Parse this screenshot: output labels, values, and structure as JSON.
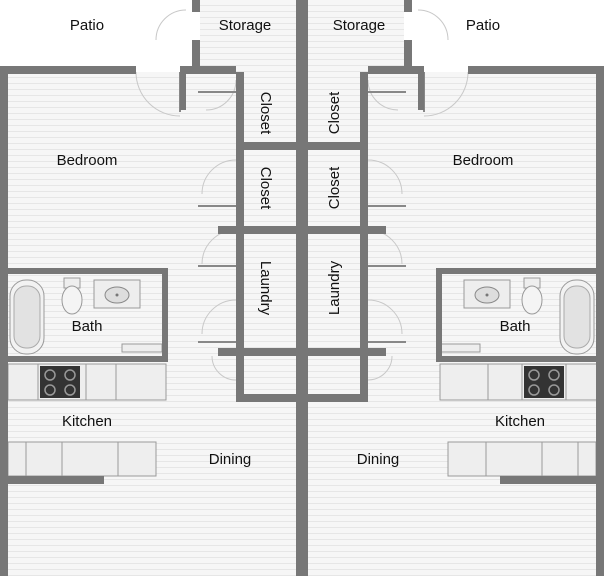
{
  "rooms": {
    "patio_left": "Patio",
    "storage_left": "Storage",
    "storage_right": "Storage",
    "patio_right": "Patio",
    "closet_1": "Closet",
    "closet_2": "Closet",
    "closet_3": "Closet",
    "closet_4": "Closet",
    "laundry_left": "Laundry",
    "laundry_right": "Laundry",
    "bedroom_left": "Bedroom",
    "bedroom_right": "Bedroom",
    "bath_left": "Bath",
    "bath_right": "Bath",
    "kitchen_left": "Kitchen",
    "kitchen_right": "Kitchen",
    "dining_left": "Dining",
    "dining_right": "Dining"
  },
  "colors": {
    "wall": "#777777",
    "floor": "#f4f4f4",
    "fixture": "#dddddd"
  }
}
